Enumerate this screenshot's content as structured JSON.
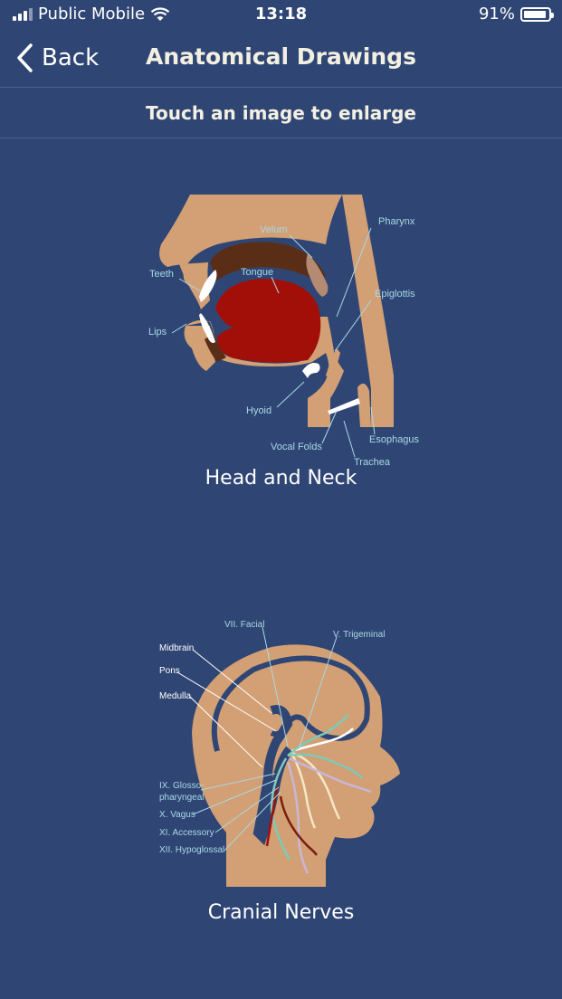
{
  "status_bar": {
    "carrier": "Public Mobile",
    "time": "13:18",
    "battery": "91%",
    "battery_level": 0.91
  },
  "nav": {
    "back_label": "Back",
    "title": "Anatomical Drawings"
  },
  "subheader": "Touch an image to enlarge",
  "drawings": [
    {
      "caption": "Head and Neck",
      "labels": {
        "velum": "Velum",
        "pharynx": "Pharynx",
        "teeth": "Teeth",
        "tongue": "Tongue",
        "epiglottis": "Epiglottis",
        "lips": "Lips",
        "hyoid": "Hyoid",
        "vocal_folds": "Vocal Folds",
        "esophagus": "Esophagus",
        "trachea": "Trachea"
      }
    },
    {
      "caption": "Cranial Nerves",
      "labels": {
        "facial": "VII. Facial",
        "trigeminal": "V. Trigeminal",
        "midbrain": "Midbrain",
        "pons": "Pons",
        "medulla": "Medulla",
        "glosso_1": "IX. Glosso-",
        "glosso_2": "pharyngeal",
        "vagus": "X. Vagus",
        "accessory": "XI. Accessory",
        "hypoglossal": "XII. Hypoglossal"
      }
    }
  ],
  "colors": {
    "background": "#2f4674",
    "skin": "#d2a074",
    "tongue": "#a10f08",
    "palate": "#5a2e16",
    "label": "#a9d8e6"
  }
}
